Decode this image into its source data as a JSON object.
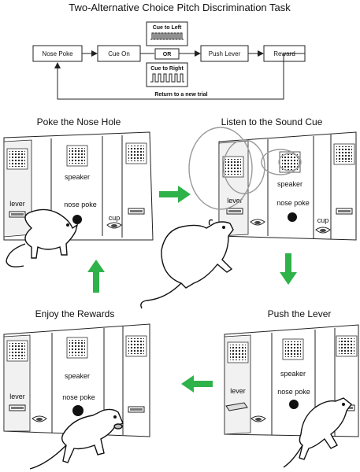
{
  "title": "Two-Alternative Choice Pitch Discrimination Task",
  "flow": {
    "nose_poke": "Nose Poke",
    "cue_on": "Cue On",
    "or": "OR",
    "cue_left": "Cue to Left",
    "cue_right": "Cue to Right",
    "push_lever": "Push Lever",
    "reward": "Reward",
    "return": "Return to a new trial"
  },
  "panels": {
    "poke": {
      "title": "Poke the Nose Hole",
      "speaker": "speaker",
      "lever": "lever",
      "nose_poke": "nose poke",
      "cup": "cup"
    },
    "listen": {
      "title": "Listen to the Sound Cue",
      "speaker": "speaker",
      "lever": "lever",
      "nose_poke": "nose poke",
      "cup": "cup"
    },
    "enjoy": {
      "title": "Enjoy the Rewards",
      "speaker": "speaker",
      "lever": "lever",
      "nose_poke": "nose poke"
    },
    "push": {
      "title": "Push the Lever",
      "speaker": "speaker",
      "lever": "lever",
      "nose_poke": "nose poke"
    }
  },
  "colors": {
    "arrow_green": "#2eb24a",
    "line": "#222222",
    "sound_ring": "#9a9a9a"
  }
}
